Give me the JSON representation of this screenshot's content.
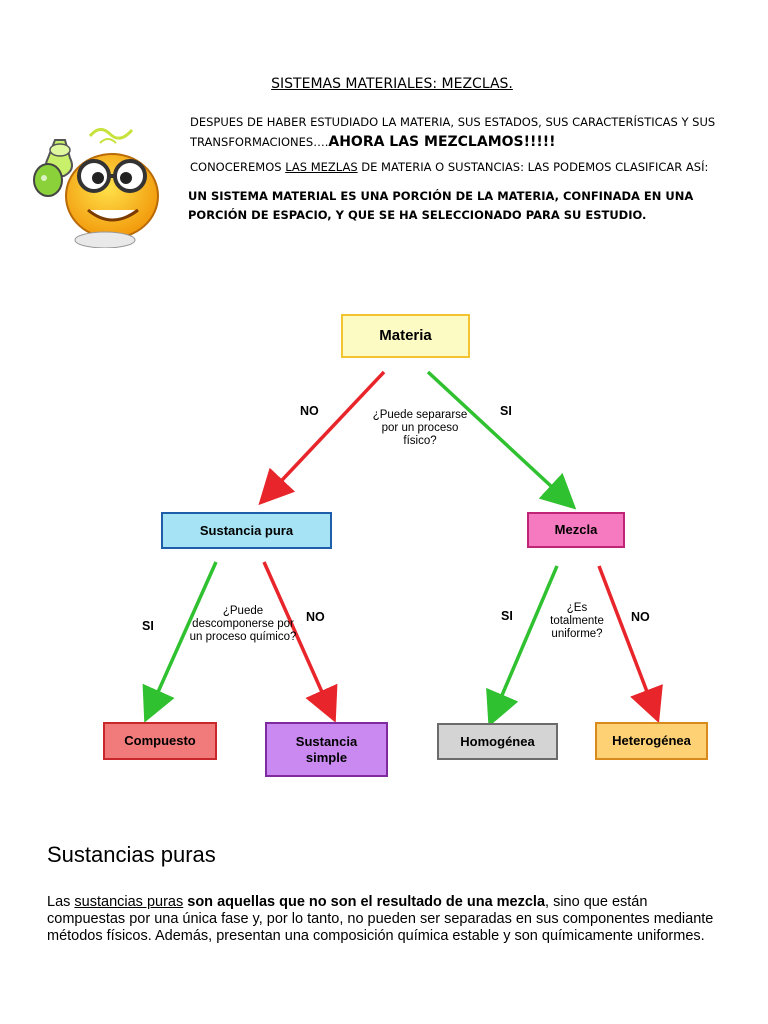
{
  "header": {
    "title": "SISTEMAS MATERIALES: MEZCLAS.",
    "intro_line1": " DESPUES DE HABER ESTUDIADO LA MATERIA, SUS ESTADOS, SUS CARACTERÍSTICAS Y SUS TRANSFORMACIONES….",
    "intro_line1_emphasis": "AHORA LAS MEZCLAMOS!!!!!",
    "intro_line2_pre": " CONOCEREMOS ",
    "intro_line2_underlined": "LAS MEZLAS",
    "intro_line2_post": " DE MATERIA O SUSTANCIAS: LAS PODEMOS CLASIFICAR ASÍ:",
    "definition": "UN SISTEMA MATERIAL ES UNA PORCIÓN DE LA MATERIA, CONFINADA EN UNA PORCIÓN DE ESPACIO, Y QUE SE HA SELECCIONADO PARA SU ESTUDIO."
  },
  "mascot_icon": "scientist-emoji-icon",
  "diagram": {
    "root": "Materia",
    "question1": "¿Puede separarse por un proceso físico?",
    "branch_no": "NO",
    "branch_si": "SI",
    "pure": "Sustancia pura",
    "mixture": "Mezcla",
    "question2": "¿Puede descomponerse por un proceso químico?",
    "pure_si": "SI",
    "pure_no": "NO",
    "question3": "¿Es totalmente uniforme?",
    "mix_si": "SI",
    "mix_no": "NO",
    "compound": "Compuesto",
    "simple": "Sustancia simple",
    "homogeneous": "Homogénea",
    "heterogeneous": "Heterogénea",
    "colors": {
      "materia": "#fdfbc4",
      "materia_border": "#f4c430",
      "pura": "#a6e4f5",
      "pura_border": "#1f5ea8",
      "mezcla": "#f57ac0",
      "mezcla_border": "#c02477",
      "compuesto": "#f17b7b",
      "compuesto_border": "#c8282c",
      "simple": "#c989f0",
      "simple_border": "#7f2a9e",
      "homogenea": "#d4d4d4",
      "homogenea_border": "#6b6b6b",
      "heterogenea": "#ffd175",
      "heterogenea_border": "#d88a1c",
      "arrow_red": "#e8252a",
      "arrow_green": "#2fc12f"
    }
  },
  "section": {
    "heading": "Sustancias puras",
    "p_pre": "Las ",
    "p_link": "sustancias puras",
    "p_bold": " son aquellas que no son el resultado de una mezcla",
    "p_rest": ", sino que están compuestas por una única fase y, por lo tanto, no pueden ser separadas en sus componentes mediante métodos físicos. Además, presentan una composición química estable y son químicamente uniformes."
  }
}
